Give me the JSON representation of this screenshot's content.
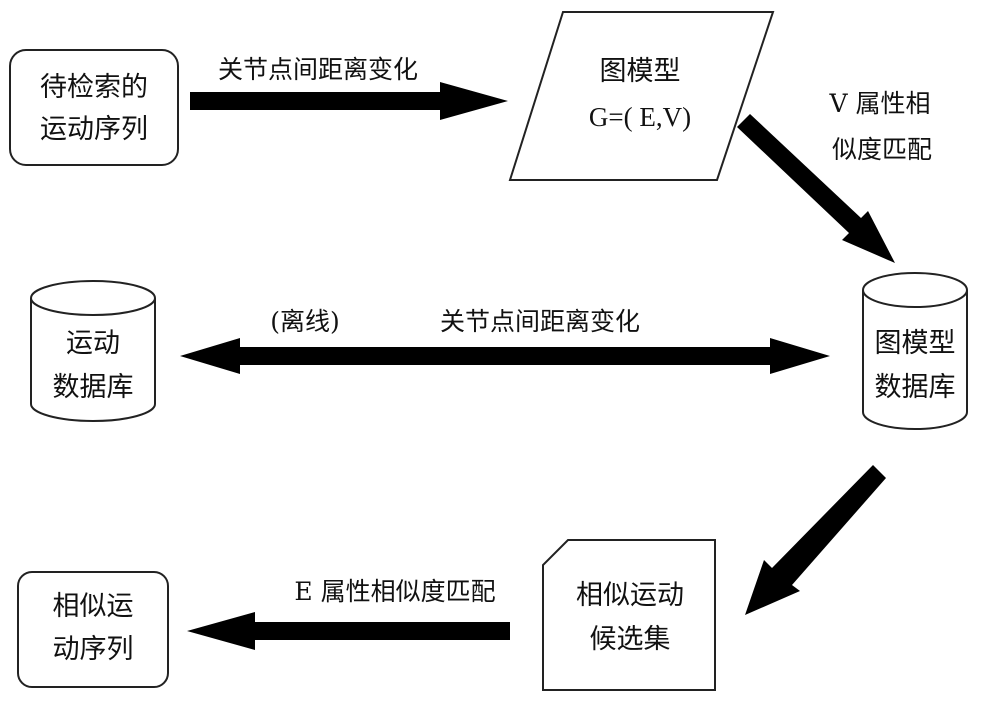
{
  "nodes": {
    "query_sequence": {
      "line1": "待检索的",
      "line2": "运动序列"
    },
    "graph_model": {
      "line1": "图模型",
      "line2": "G=( E,V)"
    },
    "motion_db": {
      "line1": "运动",
      "line2": "数据库"
    },
    "graph_db": {
      "line1": "图模型",
      "line2": "数据库"
    },
    "candidate_set": {
      "line1": "相似运动",
      "line2": "候选集"
    },
    "similar_sequence": {
      "line1": "相似运",
      "line2": "动序列"
    }
  },
  "edges": {
    "query_to_graph": {
      "label": "关节点间距离变化"
    },
    "graph_to_db": {
      "line1": "V 属性相",
      "line2": "似度匹配"
    },
    "motion_db_graph_db": {
      "prefix": "(离线)",
      "label": "关节点间距离变化"
    },
    "candidate_to_result": {
      "label": "E 属性相似度匹配"
    }
  }
}
